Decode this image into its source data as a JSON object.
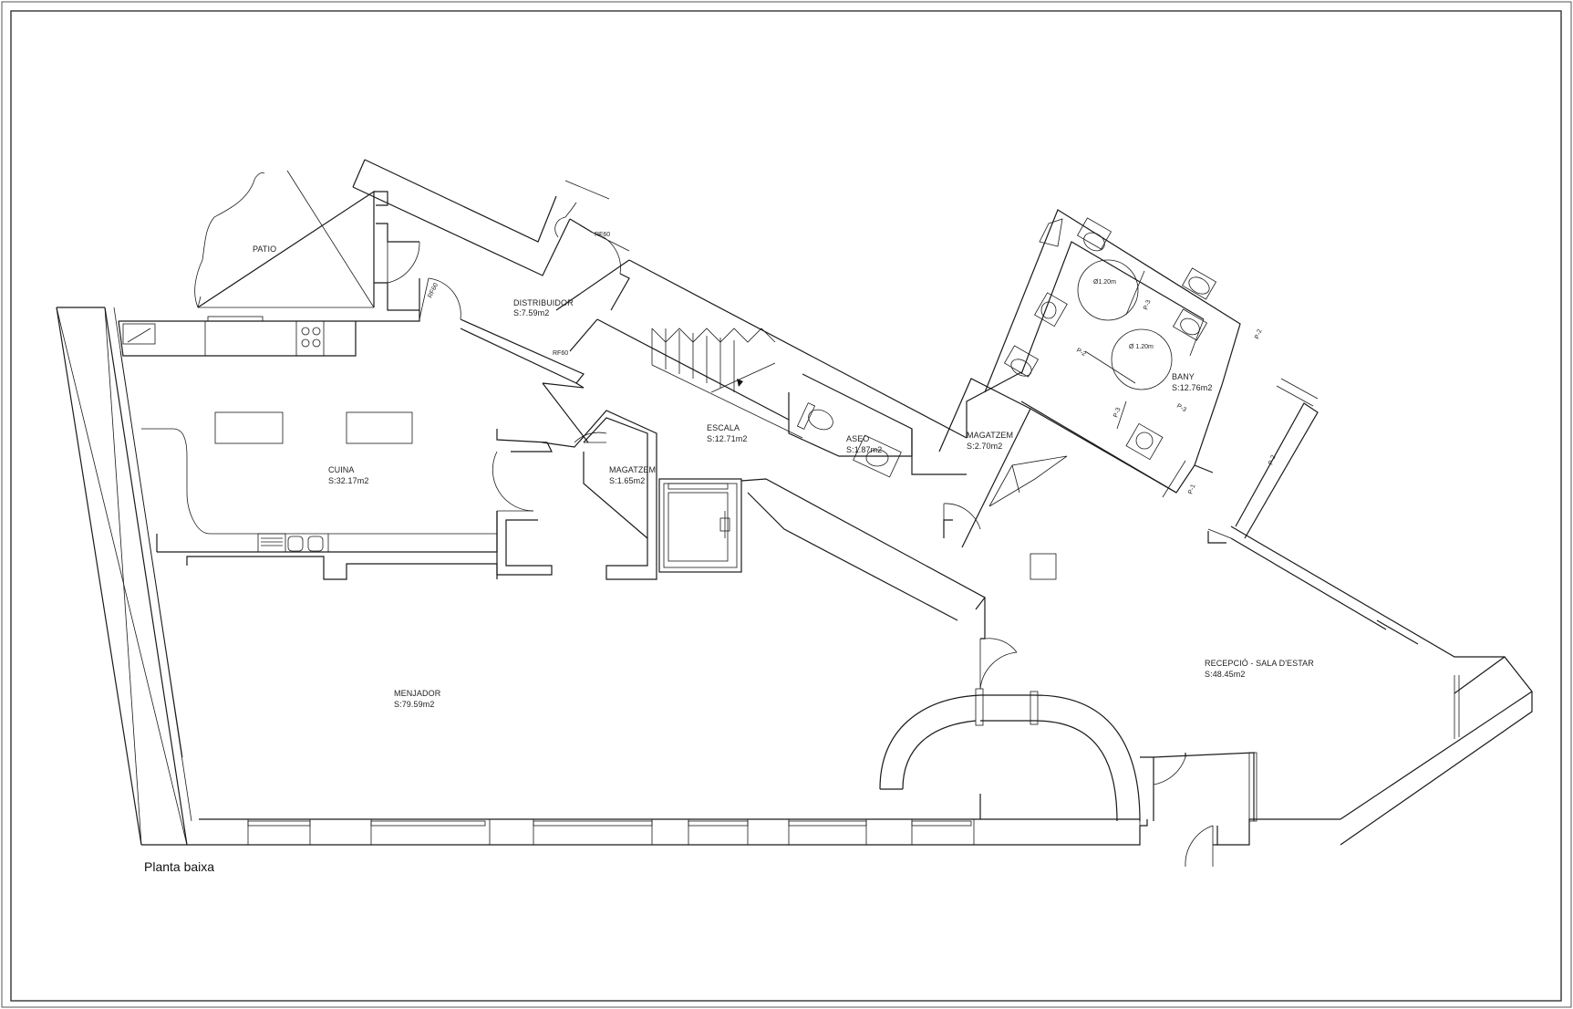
{
  "drawing_title": "Planta baixa",
  "rooms": [
    {
      "id": "patio",
      "name": "PATIO",
      "area": ""
    },
    {
      "id": "distribuidor",
      "name": "DISTRIBUIDOR",
      "area": "S:7.59m2"
    },
    {
      "id": "cuina",
      "name": "CUINA",
      "area": "S:32.17m2"
    },
    {
      "id": "escala",
      "name": "ESCALA",
      "area": "S:12.71m2"
    },
    {
      "id": "magatzem1",
      "name": "MAGATZEM",
      "area": "S:1.65m2"
    },
    {
      "id": "aseo",
      "name": "ASEO",
      "area": "S:1.87m2"
    },
    {
      "id": "magatzem2",
      "name": "MAGATZEM",
      "area": "S:2.70m2"
    },
    {
      "id": "bany",
      "name": "BANY",
      "area": "S:12.76m2"
    },
    {
      "id": "menjador",
      "name": "MENJADOR",
      "area": "S:79.59m2"
    },
    {
      "id": "recepcio",
      "name": "RECEPCIÓ - SALA D'ESTAR",
      "area": "S:48.45m2"
    }
  ],
  "door_tags": [
    "RF60",
    "RF60",
    "RF60"
  ],
  "turning_circles": [
    "Ø1.20m",
    "Ø 1.20m"
  ],
  "partition_tags": [
    "P-3",
    "P-2",
    "P-3",
    "P-3",
    "P-2",
    "P-1",
    "P-2"
  ]
}
